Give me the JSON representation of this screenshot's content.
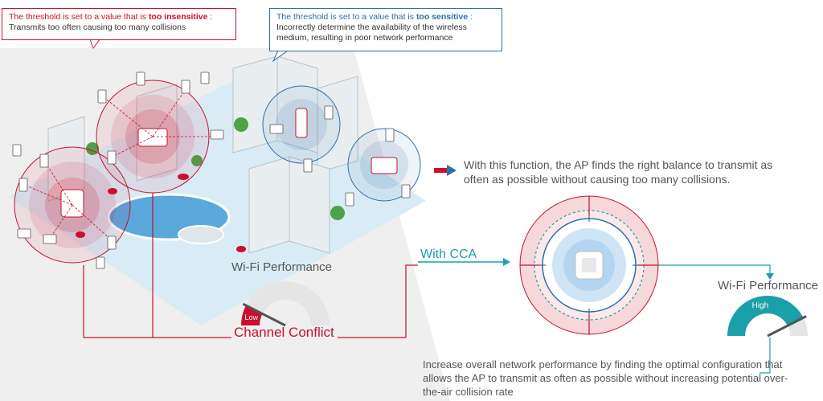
{
  "callouts": {
    "insensitive": {
      "line1_prefix": "The threshold is set to a value that is ",
      "line1_bold": "too insensitive",
      "line1_suffix": " :",
      "line2": "Transmits too often causing too many collisions"
    },
    "sensitive": {
      "line1_prefix": "The threshold is set to a value that is ",
      "line1_bold": "too sensitive",
      "line1_suffix": " :",
      "line2": "Incorrectly determine the availability of the wireless medium, resulting in poor network performance"
    }
  },
  "balance_text": "With this function, the AP finds the right balance to transmit as often as possible without causing too many collisions.",
  "left_gauge": {
    "label": "Wi-Fi Performance",
    "level_label": "Low",
    "level": 0.15
  },
  "right_gauge": {
    "label": "Wi-Fi Performance",
    "level_label": "High",
    "level": 0.85
  },
  "channel_conflict": "Channel Conflict",
  "with_cca": "With CCA",
  "bottom_text": "Increase overall network performance by finding the optimal configuration that allows the AP to transmit as often as possible without increasing potential over-the-air collision rate",
  "colors": {
    "red": "#c8102e",
    "blue": "#2f6fa8",
    "teal": "#1aa0a8",
    "pool": "#5aa8dc",
    "ground": "#d9ecf6"
  }
}
